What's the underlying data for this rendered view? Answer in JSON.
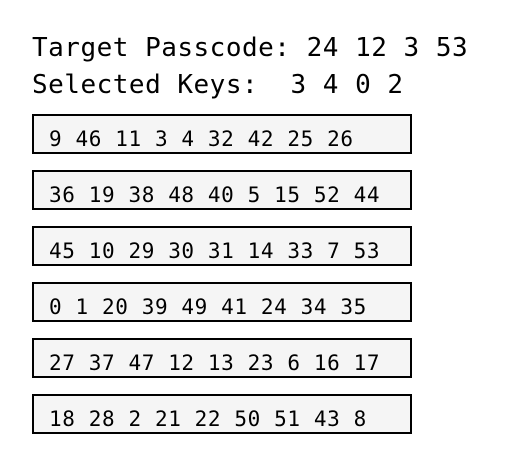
{
  "header": {
    "target_label": "Target Passcode:",
    "target_value": "24 12 3 53",
    "selected_label": "Selected Keys:",
    "selected_value": "3 4 0 2"
  },
  "key_rows": [
    "9 46 11 3 4 32 42 25 26",
    "36 19 38 48 40 5 15 52 44",
    "45 10 29 30 31 14 33 7 53",
    "0 1 20 39 49 41 24 34 35",
    "27 37 47 12 13 23 6 16 17",
    "18 28 2 21 22 50 51 43 8"
  ]
}
